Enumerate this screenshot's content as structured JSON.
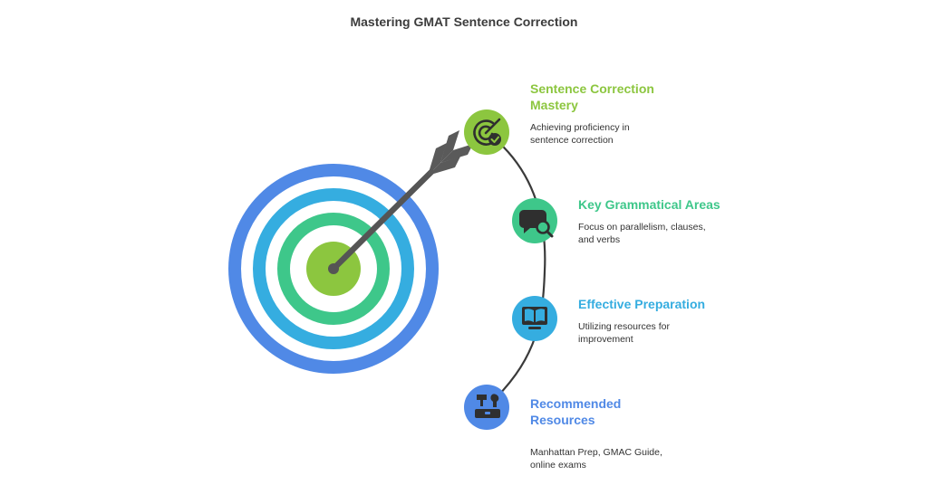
{
  "title": "Mastering GMAT Sentence Correction",
  "colors": {
    "ring_outer": "#5089e6",
    "ring_second": "#35ade0",
    "ring_third": "#3ec78a",
    "ring_center": "#8cc63f",
    "arrow": "#555555",
    "path_line": "#3a3a3a"
  },
  "steps": [
    {
      "title": "Sentence Correction Mastery",
      "title_lines": [
        "Sentence Correction",
        "Mastery"
      ],
      "description_lines": [
        "Achieving proficiency in",
        "sentence correction"
      ],
      "color": "#8cc63f",
      "icon": "target-check-icon"
    },
    {
      "title": "Key Grammatical Areas",
      "title_lines": [
        "Key Grammatical Areas"
      ],
      "description_lines": [
        "Focus on parallelism, clauses,",
        "and verbs"
      ],
      "color": "#3ec78a",
      "icon": "speech-magnifier-icon"
    },
    {
      "title": "Effective Preparation",
      "title_lines": [
        "Effective Preparation"
      ],
      "description_lines": [
        "Utilizing resources for",
        "improvement"
      ],
      "color": "#35ade0",
      "icon": "open-book-icon"
    },
    {
      "title": "Recommended Resources",
      "title_lines": [
        "Recommended",
        "Resources"
      ],
      "description_lines": [
        "Manhattan Prep, GMAC Guide,",
        "online exams"
      ],
      "color": "#5089e6",
      "icon": "tools-icon"
    }
  ]
}
